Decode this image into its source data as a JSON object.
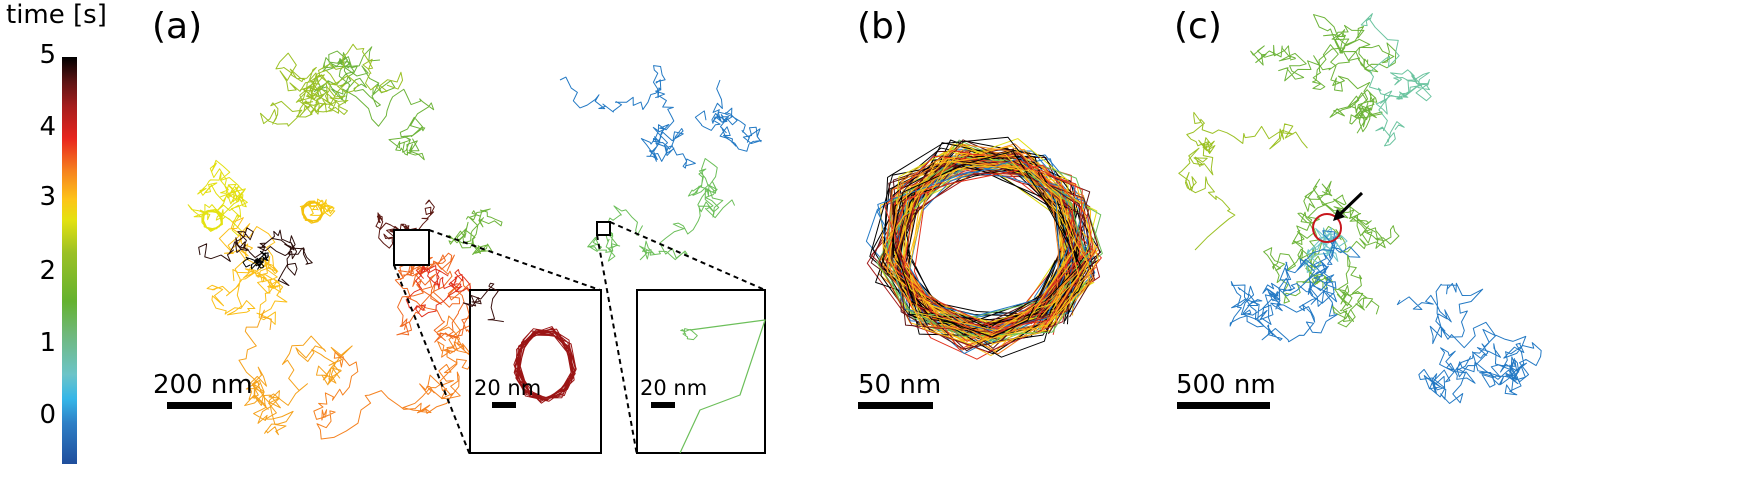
{
  "colorbar": {
    "title": "time [s]",
    "ticks": [
      "5",
      "4",
      "3",
      "2",
      "1",
      "0"
    ],
    "range": [
      0,
      5
    ],
    "colors": [
      "#1f4e9c",
      "#2e7fc6",
      "#35b6e8",
      "#6cc4c8",
      "#64b22f",
      "#9cc125",
      "#e4e210",
      "#fdc418",
      "#f6821f",
      "#e8251e",
      "#a41d1d",
      "#000000"
    ]
  },
  "panels": {
    "a": {
      "label": "(a)",
      "scale": "200 nm",
      "insets": [
        {
          "scale": "20 nm",
          "content": "circular loop trajectory (dark red)"
        },
        {
          "scale": "20 nm",
          "content": "confined trajectory (green)"
        }
      ]
    },
    "b": {
      "label": "(b)",
      "scale": "50 nm"
    },
    "c": {
      "label": "(c)",
      "scale": "500 nm",
      "marker": "red circle with black arrow"
    }
  },
  "chart_data": [
    {
      "type": "scatter",
      "title": "(a) single-particle trajectory colored by time",
      "xlabel": "",
      "ylabel": "",
      "scale_bar": "200 nm",
      "color_axis": {
        "label": "time [s]",
        "range": [
          0,
          5
        ]
      }
    },
    {
      "type": "scatter",
      "title": "(b) circular trajectory overlay",
      "scale_bar": "50 nm",
      "color_axis": {
        "label": "time [s]",
        "range": [
          0,
          5
        ]
      }
    },
    {
      "type": "scatter",
      "title": "(c) trajectory with marked confinement",
      "scale_bar": "500 nm",
      "color_axis": {
        "label": "time [s]",
        "range": [
          0,
          5
        ]
      }
    }
  ]
}
